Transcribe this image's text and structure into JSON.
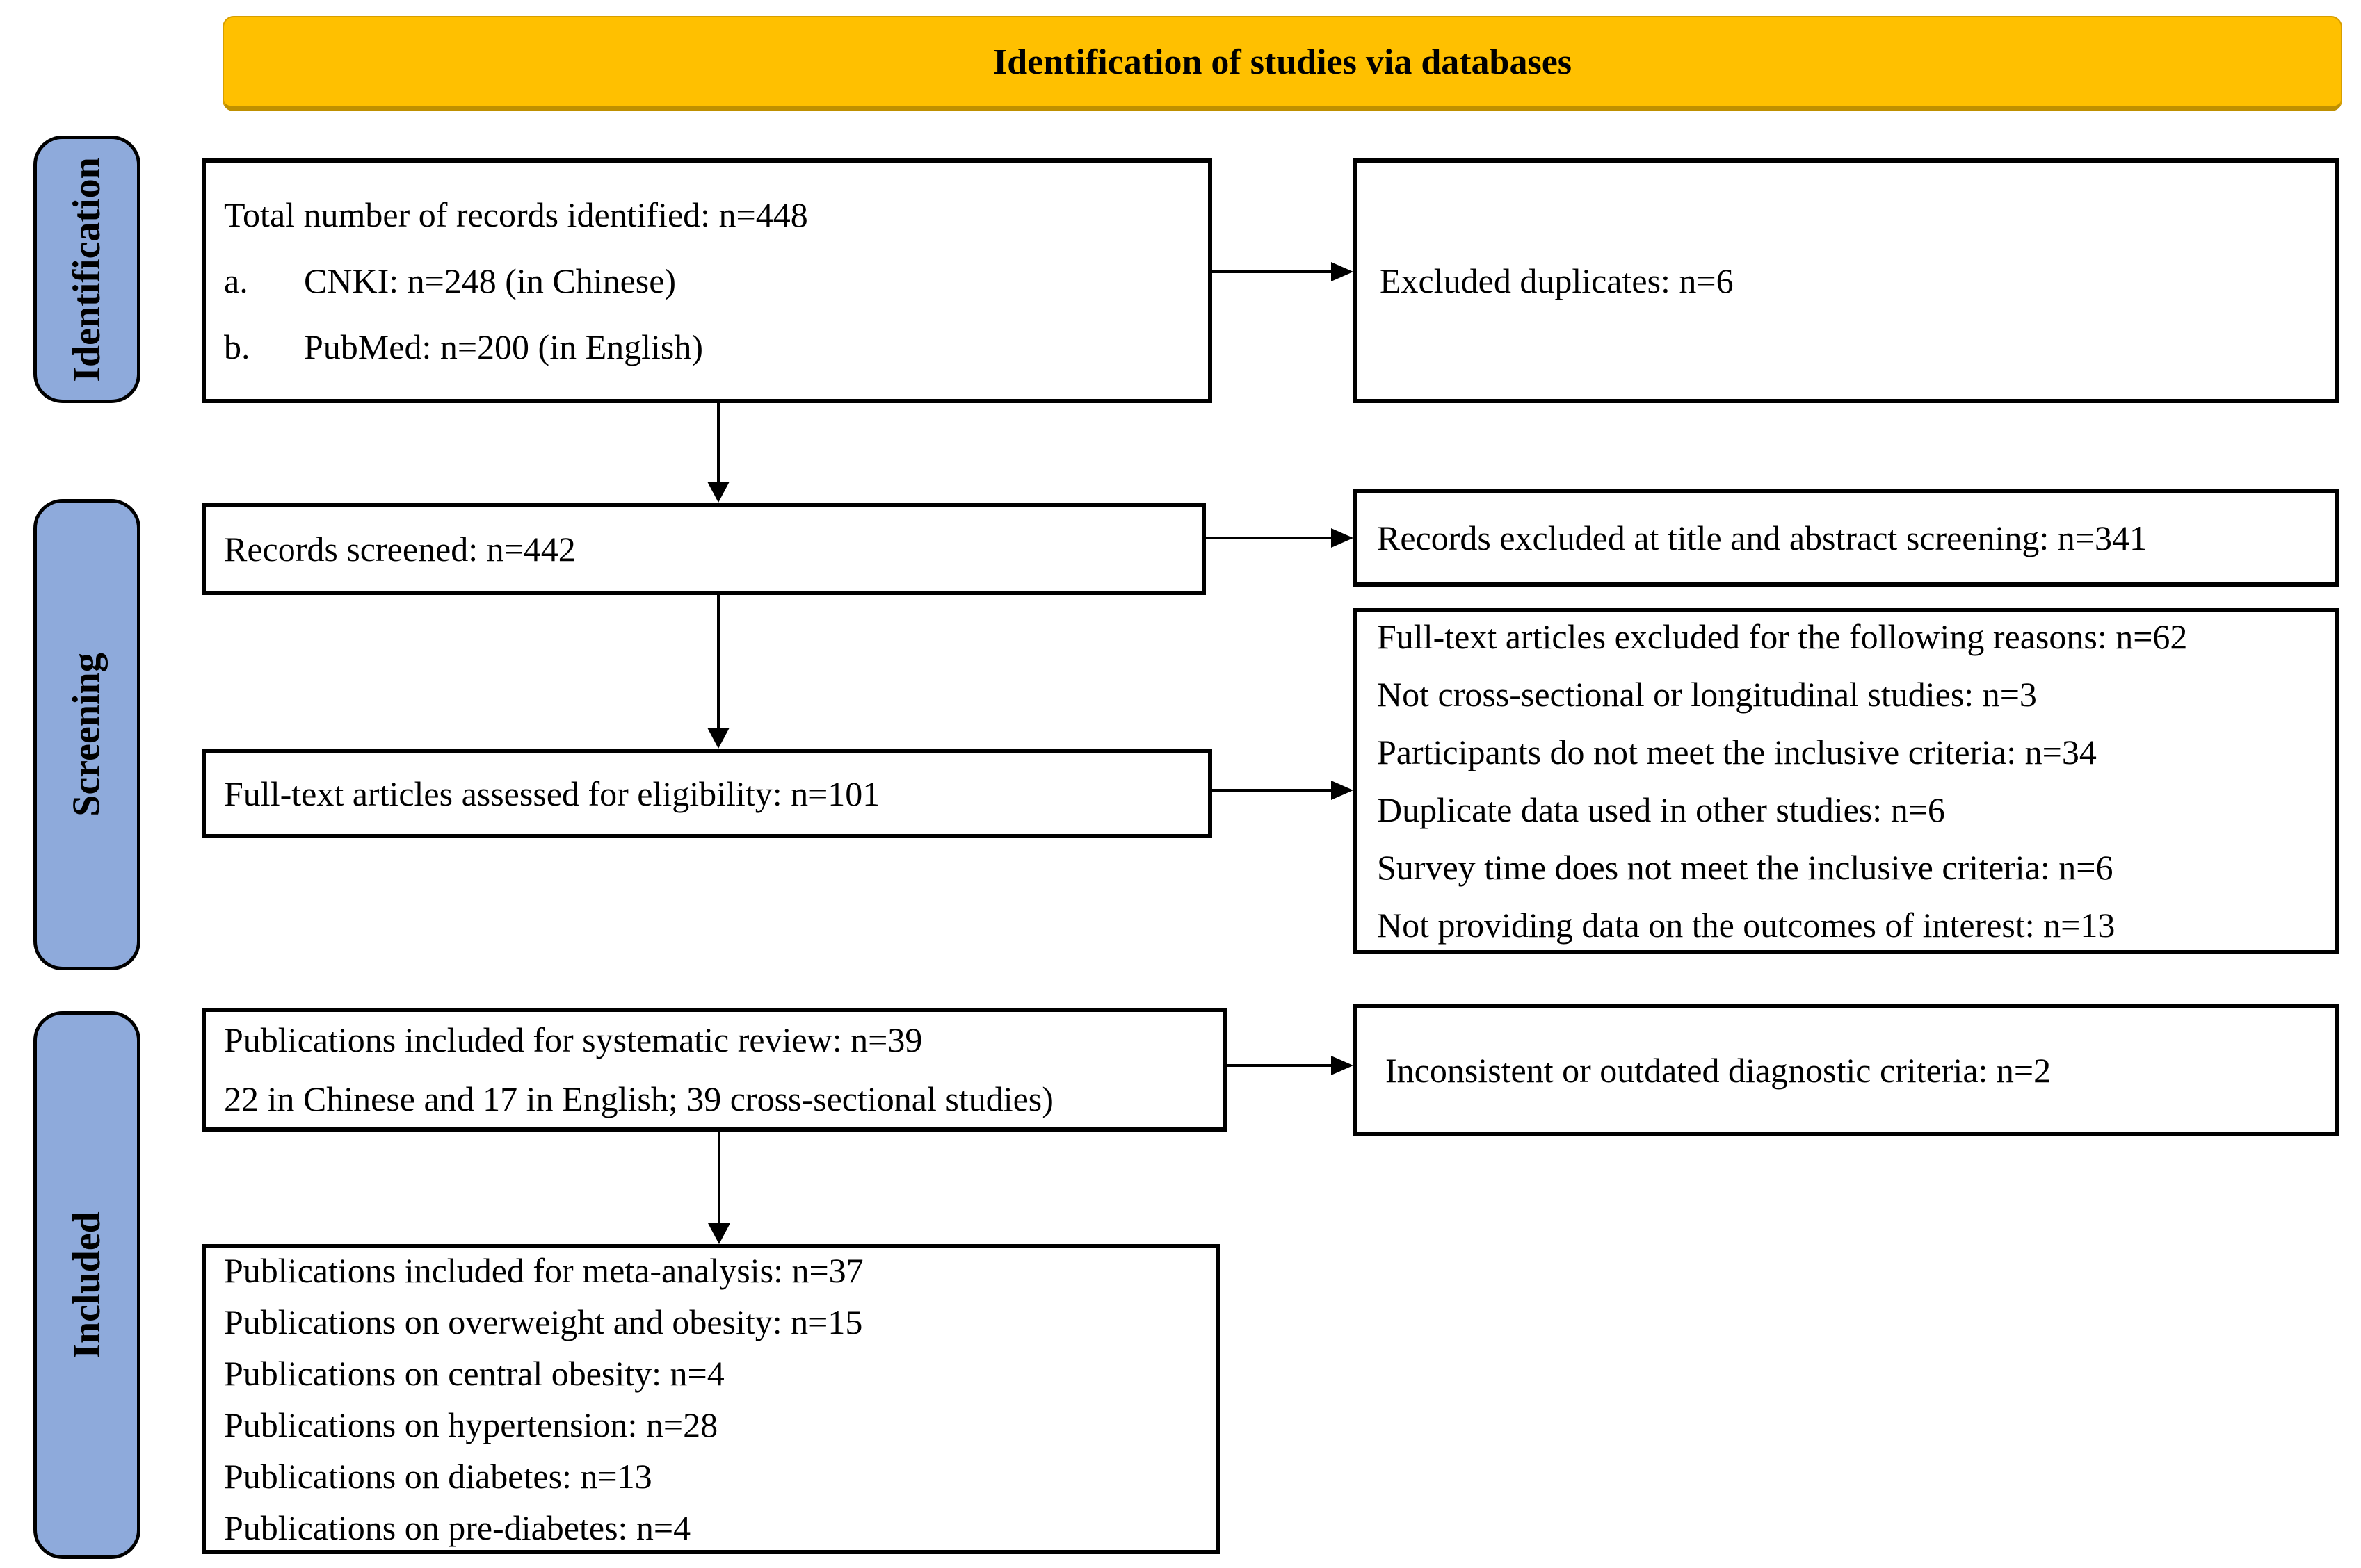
{
  "colors": {
    "banner_fill": "#FFC000",
    "banner_edge": "#D79E00",
    "banner_edge_dark": "#BF9000",
    "sidebar_fill": "#8EAADB",
    "box_border": "#000000"
  },
  "banner": {
    "title": "Identification of studies via databases"
  },
  "sidebar": {
    "items": [
      {
        "label": "Identification"
      },
      {
        "label": "Screening"
      },
      {
        "label": "Included"
      }
    ]
  },
  "boxes": {
    "identified": {
      "line1": "Total number of records identified: n=448",
      "items": [
        {
          "marker": "a.",
          "text": "CNKI: n=248 (in Chinese)"
        },
        {
          "marker": "b.",
          "text": "PubMed: n=200 (in English)"
        }
      ]
    },
    "screened": {
      "text": "Records screened: n=442"
    },
    "fulltext": {
      "text": "Full-text articles assessed for eligibility: n=101"
    },
    "systematic": {
      "line1": "Publications included for systematic review: n=39",
      "line2": "22 in Chinese and 17 in English; 39 cross-sectional studies)"
    },
    "meta": {
      "lines": [
        "Publications included for meta-analysis: n=37",
        "Publications on overweight and obesity: n=15",
        "Publications on central obesity: n=4",
        "Publications on hypertension: n=28",
        "Publications on diabetes: n=13",
        "Publications on pre-diabetes: n=4"
      ]
    },
    "excluded_dup": {
      "text": "Excluded duplicates: n=6"
    },
    "excluded_screen": {
      "text": "Records excluded at title and abstract screening: n=341"
    },
    "excluded_fulltext": {
      "lines": [
        "Full-text articles excluded for the following reasons: n=62",
        "Not cross-sectional or longitudinal studies: n=3",
        "Participants do not meet the inclusive criteria: n=34",
        "Duplicate data used in other studies: n=6",
        "Survey time does not meet the inclusive criteria: n=6",
        "Not providing data on the outcomes of interest: n=13"
      ]
    },
    "excluded_criteria": {
      "text": "Inconsistent or outdated diagnostic criteria: n=2"
    }
  }
}
